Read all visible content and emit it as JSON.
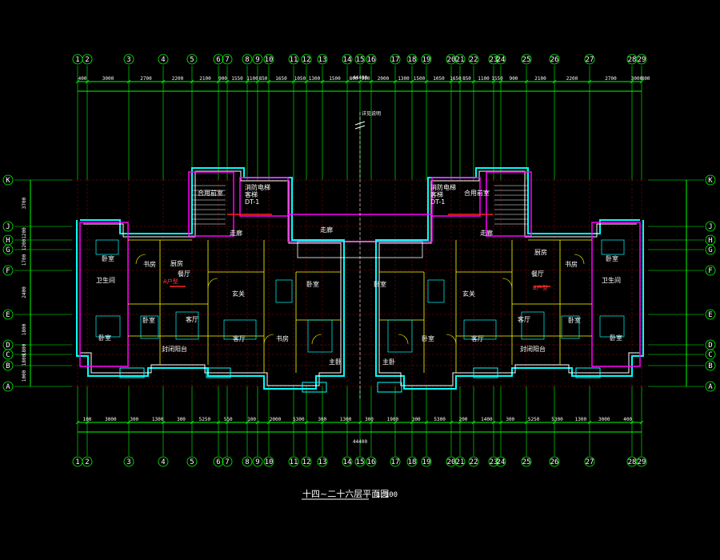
{
  "drawing": {
    "title": "十四~二十六层平面图",
    "scale": "1:100",
    "total_width": "44400",
    "column_axes": [
      "1",
      "2",
      "3",
      "4",
      "5",
      "6",
      "7",
      "8",
      "9",
      "10",
      "11",
      "12",
      "13",
      "14",
      "15",
      "16",
      "17",
      "18",
      "19",
      "20",
      "21",
      "22",
      "23",
      "24",
      "25",
      "26",
      "27",
      "28",
      "29"
    ],
    "row_axes": [
      "K",
      "J",
      "H",
      "G",
      "F",
      "E",
      "D",
      "C",
      "B",
      "A"
    ],
    "top_dims": [
      "400",
      "3000",
      "2700",
      "2200",
      "2100",
      "900",
      "1550",
      "1100",
      "850",
      "1650",
      "1050",
      "1300",
      "1500",
      "800",
      "900",
      "2000",
      "1300",
      "1500",
      "1050",
      "1650",
      "850",
      "1100",
      "1550",
      "900",
      "2100",
      "2200",
      "2700",
      "3000",
      "800"
    ],
    "bottom_dims": [
      "100",
      "3000",
      "300",
      "1300",
      "300",
      "5250",
      "550",
      "100",
      "2000",
      "5300",
      "300",
      "1300",
      "300",
      "1900",
      "300",
      "5300",
      "200",
      "1400",
      "300",
      "5250",
      "5300",
      "1300",
      "3000",
      "400"
    ],
    "left_dims": [
      "3700",
      "1200",
      "1200",
      "1700",
      "2400",
      "1800",
      "1800",
      "1800",
      "1000"
    ],
    "room_labels_left": {
      "stair": "消防电梯",
      "elev": "客梯",
      "elev_code": "DT-1",
      "shaft": "合用前室",
      "corridor": "走廊",
      "bedroom": "卧室",
      "bath": "卫生间",
      "study": "书房",
      "kitchen": "厨房",
      "dining": "餐厅",
      "living": "客厅",
      "porch": "玄关",
      "master": "主卧",
      "balcony": "封闭阳台",
      "unit": "A户型"
    },
    "room_labels_right": {
      "stair": "消防电梯",
      "elev": "客梯",
      "elev_code": "DT-1",
      "shaft": "合用前室",
      "corridor": "走廊",
      "bedroom": "卧室",
      "bath": "卫生间",
      "study": "书房",
      "kitchen": "厨房",
      "dining": "餐厅",
      "living": "客厅",
      "porch": "玄关",
      "master": "主卧",
      "balcony": "封闭阳台",
      "unit": "B户型"
    },
    "center_corridor": "走廊",
    "annotation_top": "详见说明",
    "colors": {
      "axis": "#00ff00",
      "dim": "#ffffff",
      "wall": "#ffffff",
      "red_line": "#ff2020",
      "magenta": "#ff00ff",
      "cyan": "#00ffff",
      "yellow": "#ffff00",
      "background": "#000000"
    }
  }
}
